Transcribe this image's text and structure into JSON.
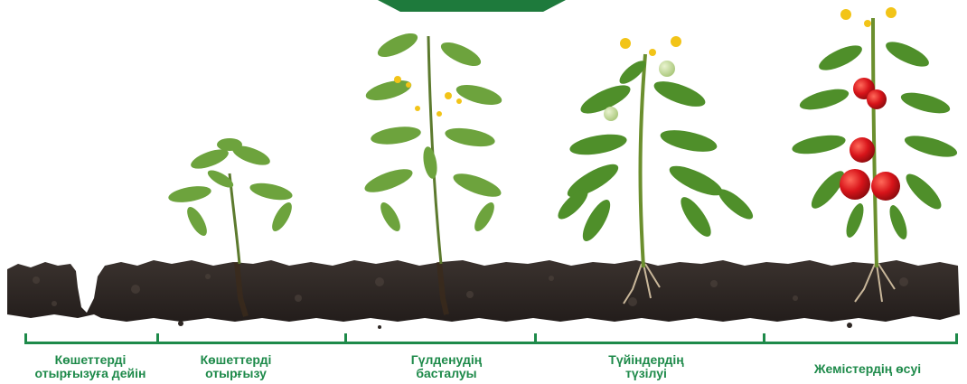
{
  "colors": {
    "accent_green": "#1e8a4a",
    "soil": "#2e2724",
    "leaf": "#6da33d",
    "fruit": "#d8141a",
    "flower": "#f2c418"
  },
  "stages": [
    {
      "label": "Көшеттерді\nотырғызуға дейін",
      "icon": "soil-trench-icon"
    },
    {
      "label": "Көшеттерді\nотырғызу",
      "icon": "seedling-icon"
    },
    {
      "label": "Гүлденудің\nбасталуы",
      "icon": "flowering-plant-icon"
    },
    {
      "label": "Түйіндердің\nтүзілуі",
      "icon": "fruit-set-plant-icon"
    },
    {
      "label": "Жемістердің өсуі",
      "icon": "tomato-plant-icon"
    }
  ]
}
